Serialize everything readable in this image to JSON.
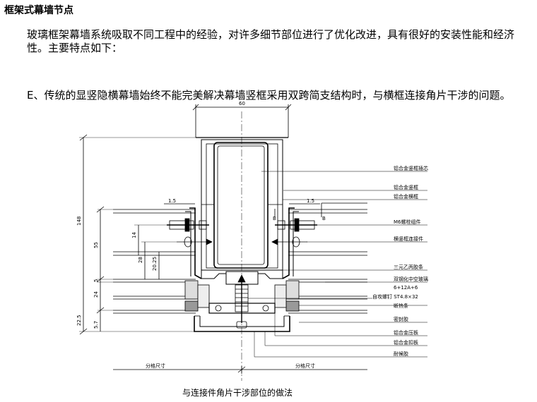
{
  "heading": "框架式幕墙节点",
  "intro": "玻璃框架幕墙系统吸取不同工程中的经验，对许多细节部位进行了优化改进，具有很好的安装性能和经济性。主要特点如下：",
  "point_e": "E、传统的显竖隐横幕墙始终不能完美解决幕墙竖框采用双跨简支结构时，与横框连接角片干涉的问题。",
  "drawing": {
    "top_dim": "60",
    "left_dims": [
      "148",
      "55",
      "5",
      "24",
      "22.5",
      "5.7"
    ],
    "inner_dims": [
      "14",
      "28",
      "20.25"
    ],
    "small_dims": [
      "1.5",
      "1.5"
    ],
    "section_marks": [
      "B",
      "B"
    ],
    "bottom_dims": [
      "分格尺寸",
      "分格尺寸"
    ],
    "callouts": [
      "铝合金竖框插芯",
      "铝合金竖框",
      "铝合金横框",
      "M6螺栓组件",
      "横竖框连接件",
      "三元乙丙胶条",
      "双钢化中空玻璃",
      "6+12A+6",
      "自攻螺钉 ST4.8×32",
      "断热条",
      "密封胶",
      "铝合金压板",
      "铝合金扣板",
      "耐候胶"
    ]
  },
  "caption": "与连接件角片干涉部位的做法"
}
